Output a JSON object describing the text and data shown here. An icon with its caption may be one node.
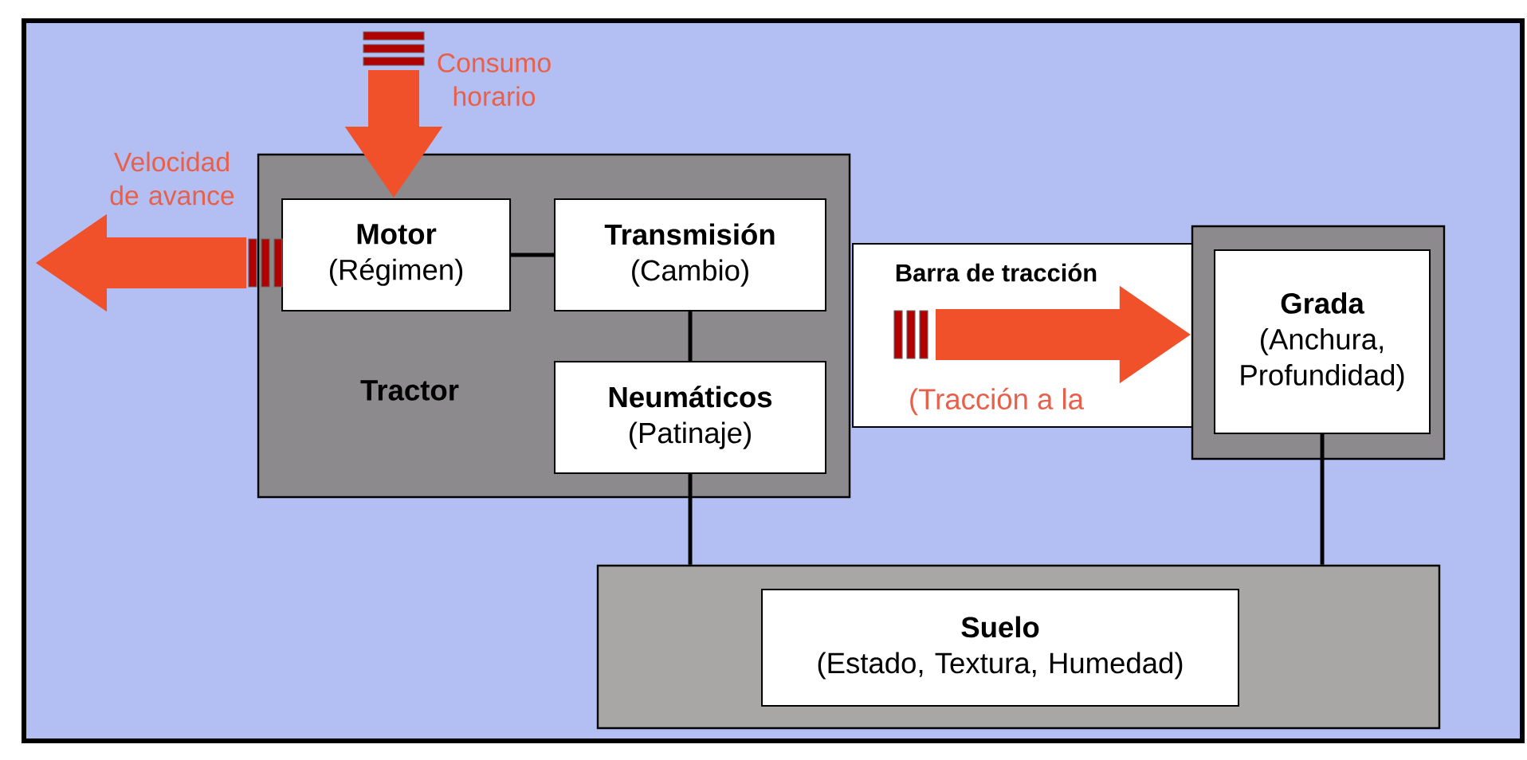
{
  "diagram": {
    "nodes": [
      {
        "text": [
          "Tractor"
        ]
      },
      {
        "text": [
          "Motor",
          "(Régimen)"
        ],
        "in": 0
      },
      {
        "text": [
          "Transmisión",
          "(Cambio)"
        ],
        "in": 0
      },
      {
        "text": [
          "Neumáticos",
          "(Patinaje)"
        ],
        "in": 0
      },
      {
        "text": [
          "Barra de tracción",
          "(Tracción a la"
        ]
      },
      {
        "text": [],
        "shape": "box"
      },
      {
        "text": [
          "Grada",
          "(Anchura, Profundidad)"
        ],
        "in": 5
      },
      {
        "text": [],
        "shape": "box"
      },
      {
        "text": [
          "Suelo",
          "(Estado, Textura, Humedad)"
        ],
        "in": 7
      }
    ],
    "edges": [
      {
        "from": 1,
        "to": 2,
        "arrow": "none"
      },
      {
        "from": 2,
        "to": 3,
        "arrow": "none"
      },
      {
        "from": 3,
        "to": 7,
        "arrow": "none"
      },
      {
        "from": 6,
        "to": 7,
        "arrow": "none"
      },
      {
        "from": null,
        "to": 1,
        "arrow": "to",
        "label": "Consumo horario",
        "style": "thick",
        "color": "#f0502a"
      },
      {
        "from": 1,
        "to": null,
        "arrow": "to",
        "label": "Velocidad de avance",
        "style": "thick",
        "color": "#f0502a"
      },
      {
        "from": 4,
        "to": 5,
        "arrow": "to",
        "style": "thick",
        "color": "#f0502a"
      }
    ]
  }
}
